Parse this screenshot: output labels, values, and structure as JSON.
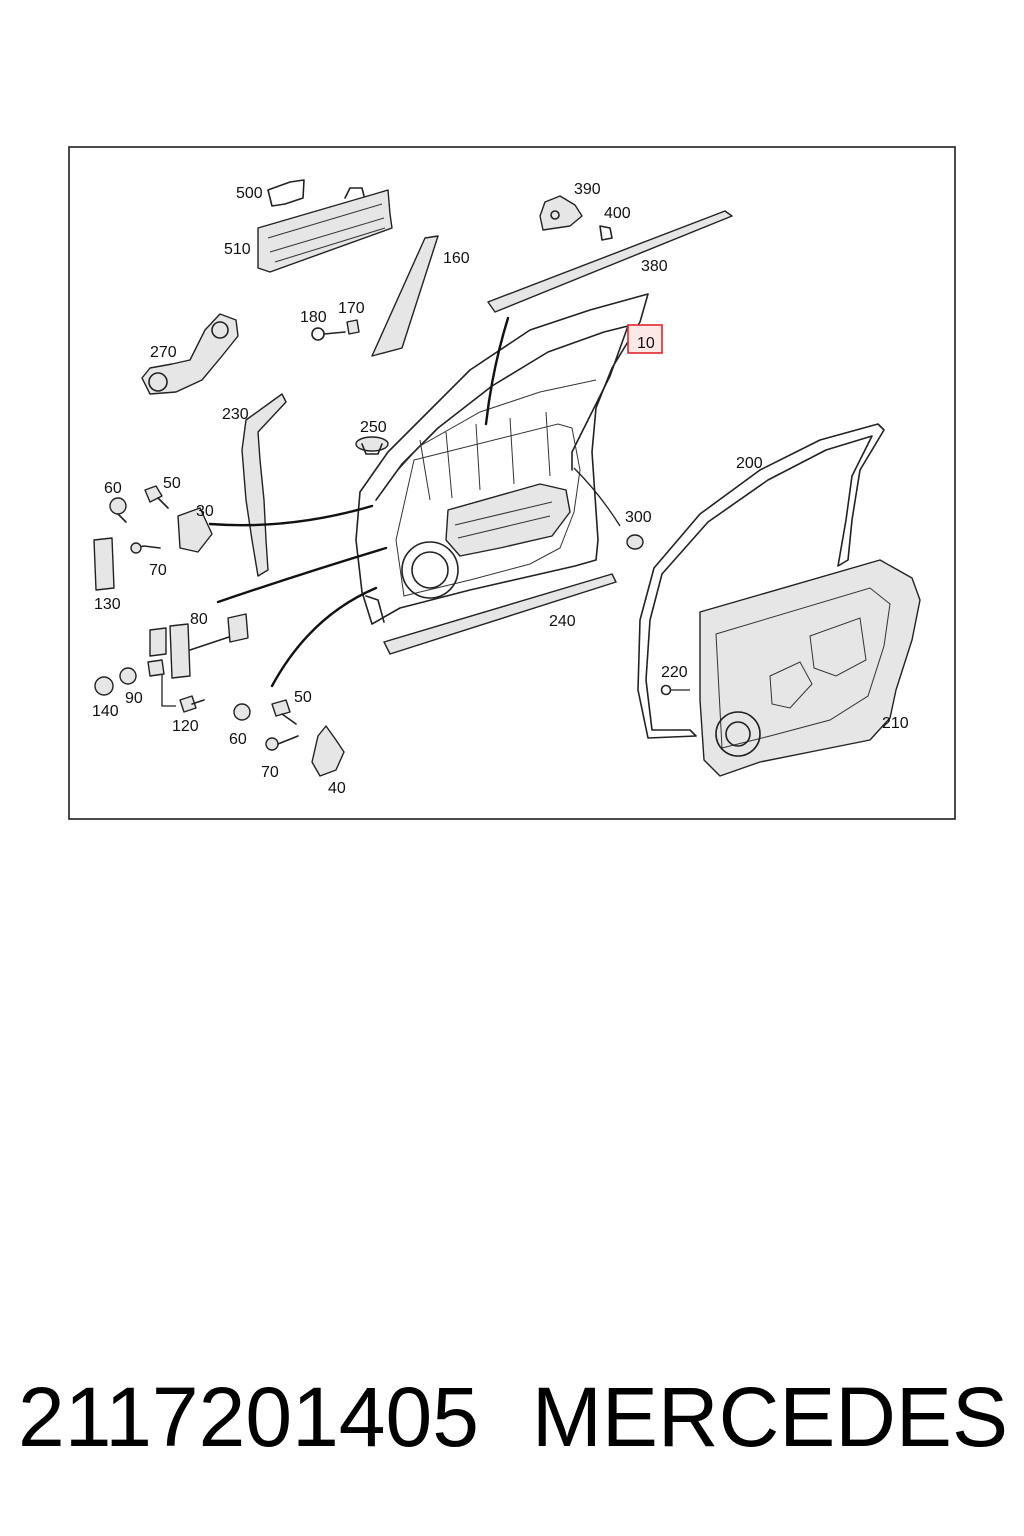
{
  "diagram": {
    "labels": [
      "500",
      "510",
      "160",
      "390",
      "400",
      "380",
      "180",
      "170",
      "270",
      "10",
      "230",
      "250",
      "200",
      "60",
      "50",
      "30",
      "300",
      "130",
      "70",
      "80",
      "240",
      "220",
      "140",
      "90",
      "120",
      "50",
      "60",
      "70",
      "40",
      "210"
    ],
    "highlighted_label": "10",
    "highlight_color": "#e0262c",
    "frame_color": "#111111"
  },
  "footer": {
    "part_number": "2117201405",
    "brand": "MERCEDES"
  }
}
